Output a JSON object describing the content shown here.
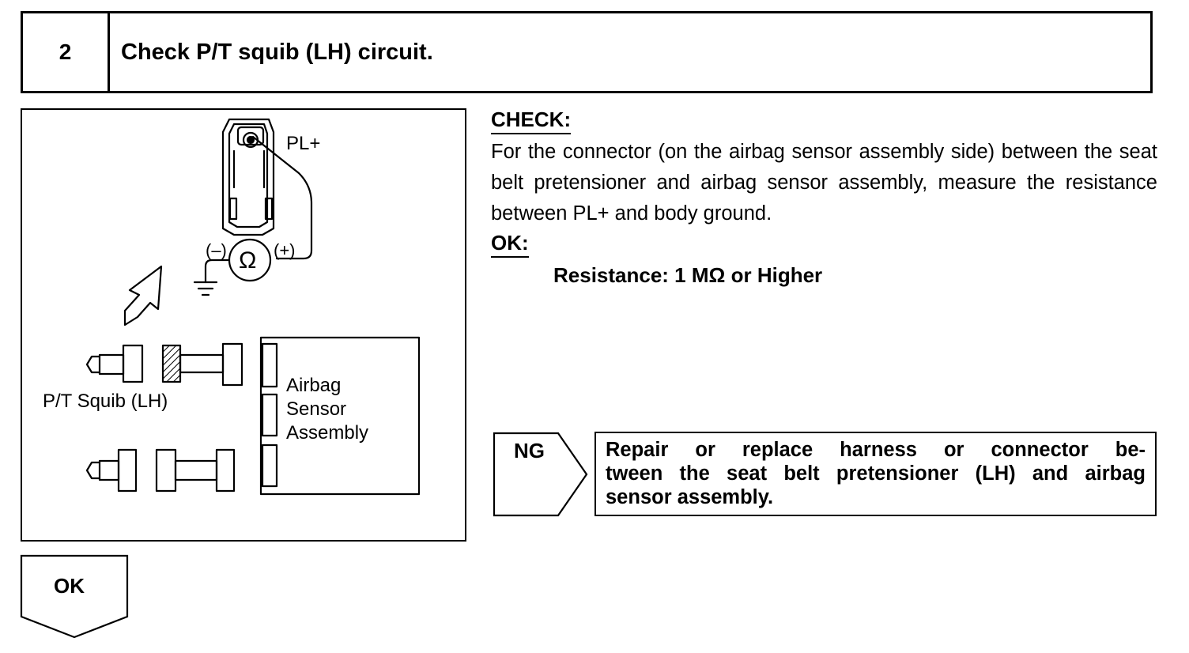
{
  "step": {
    "number": "2",
    "title": "Check P/T squib (LH) circuit."
  },
  "diagram": {
    "label_pl_plus": "PL+",
    "label_minus": "(–)",
    "label_ohm": "Ω",
    "label_plus": "(+)",
    "label_pt_squib": "P/T Squib (LH)",
    "label_airbag_sensor": "Airbag\nSensor\nAssembly"
  },
  "check": {
    "heading": "CHECK:",
    "body": "For the connector (on the airbag sensor assembly side) between the seat belt pretensioner and airbag sensor assembly, measure the resistance between PL+ and body ground.",
    "ok_heading": "OK:",
    "ok_value": "Resistance: 1 MΩ or Higher"
  },
  "ng_result": {
    "label": "NG",
    "lines": [
      "Repair or replace harness or connector be-",
      "tween the seat belt pretensioner (LH) and airbag",
      "sensor assembly."
    ]
  },
  "ok_result": {
    "label": "OK"
  }
}
